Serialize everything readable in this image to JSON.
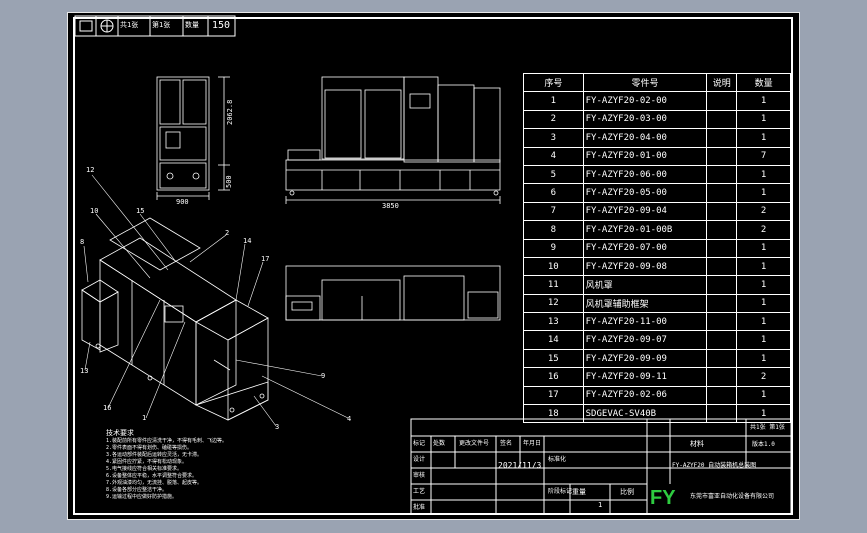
{
  "header": {
    "label1": "共1张",
    "label2": "第1张",
    "label3": "数量",
    "scale": "150"
  },
  "dimensions": {
    "height_total": "2062.8",
    "height_lower": "500",
    "width_side": "900",
    "length_front": "3850"
  },
  "balloons": [
    "12",
    "10",
    "15",
    "2",
    "14",
    "17",
    "8",
    "13",
    "16",
    "1",
    "3",
    "4",
    "9"
  ],
  "parts_table": {
    "headers": [
      "序号",
      "零件号",
      "说明",
      "数量"
    ],
    "rows": [
      {
        "no": "1",
        "code": "FY-AZYF20-02-00",
        "note": "",
        "qty": "1"
      },
      {
        "no": "2",
        "code": "FY-AZYF20-03-00",
        "note": "",
        "qty": "1"
      },
      {
        "no": "3",
        "code": "FY-AZYF20-04-00",
        "note": "",
        "qty": "1"
      },
      {
        "no": "4",
        "code": "FY-AZYF20-01-00",
        "note": "",
        "qty": "7"
      },
      {
        "no": "5",
        "code": "FY-AZYF20-06-00",
        "note": "",
        "qty": "1"
      },
      {
        "no": "6",
        "code": "FY-AZYF20-05-00",
        "note": "",
        "qty": "1"
      },
      {
        "no": "7",
        "code": "FY-AZYF20-09-04",
        "note": "",
        "qty": "2"
      },
      {
        "no": "8",
        "code": "FY-AZYF20-01-00B",
        "note": "",
        "qty": "2"
      },
      {
        "no": "9",
        "code": "FY-AZYF20-07-00",
        "note": "",
        "qty": "1"
      },
      {
        "no": "10",
        "code": "FY-AZYF20-09-08",
        "note": "",
        "qty": "1"
      },
      {
        "no": "11",
        "code": "风机罩",
        "note": "",
        "qty": "1"
      },
      {
        "no": "12",
        "code": "风机罩辅助框架",
        "note": "",
        "qty": "1"
      },
      {
        "no": "13",
        "code": "FY-AZYF20-11-00",
        "note": "",
        "qty": "1"
      },
      {
        "no": "14",
        "code": "FY-AZYF20-09-07",
        "note": "",
        "qty": "1"
      },
      {
        "no": "15",
        "code": "FY-AZYF20-09-09",
        "note": "",
        "qty": "1"
      },
      {
        "no": "16",
        "code": "FY-AZYF20-09-11",
        "note": "",
        "qty": "2"
      },
      {
        "no": "17",
        "code": "FY-AZYF20-02-06",
        "note": "",
        "qty": "1"
      },
      {
        "no": "18",
        "code": "SDGEVAC-SV40B",
        "note": "",
        "qty": "1"
      }
    ]
  },
  "notes": {
    "title": "技术要求",
    "lines": [
      "1.装配前所有零件应清洗干净，不得有毛刺、飞边等。",
      "2.零件表面不得有划伤、磕碰等损伤。",
      "3.各运动部件装配后运转应灵活，无卡滞。",
      "4.紧固件应拧紧，不得有松动现象。",
      "5.电气接线应符合相关标准要求。",
      "6.设备整体应平稳，水平调整符合要求。",
      "7.外观油漆均匀，无流挂、脱落、起皮等。",
      "8.设备各部分应整洁干净。",
      "9.运输过程中应做好防护措施。"
    ]
  },
  "title_block": {
    "date": "2021/11/3",
    "mass_label": "重量",
    "scale_label": "比例",
    "count": "1",
    "model": "FY-AZYF20 自动装箱机总装图",
    "sheet_info": "共1张 第1张",
    "material_label": "材料",
    "version": "版本1.0",
    "logo": "FY",
    "company": "东莞市富亚自动化设备有限公司",
    "labels": [
      "标记",
      "处数",
      "更改文件号",
      "签名",
      "年月日",
      "设计",
      "审核",
      "工艺",
      "批准",
      "阶段标记",
      "标准化"
    ]
  },
  "colors": {
    "background": "#9aa3b2",
    "sheet": "#000000",
    "line": "#ffffff",
    "logo": "#2ecc40"
  }
}
